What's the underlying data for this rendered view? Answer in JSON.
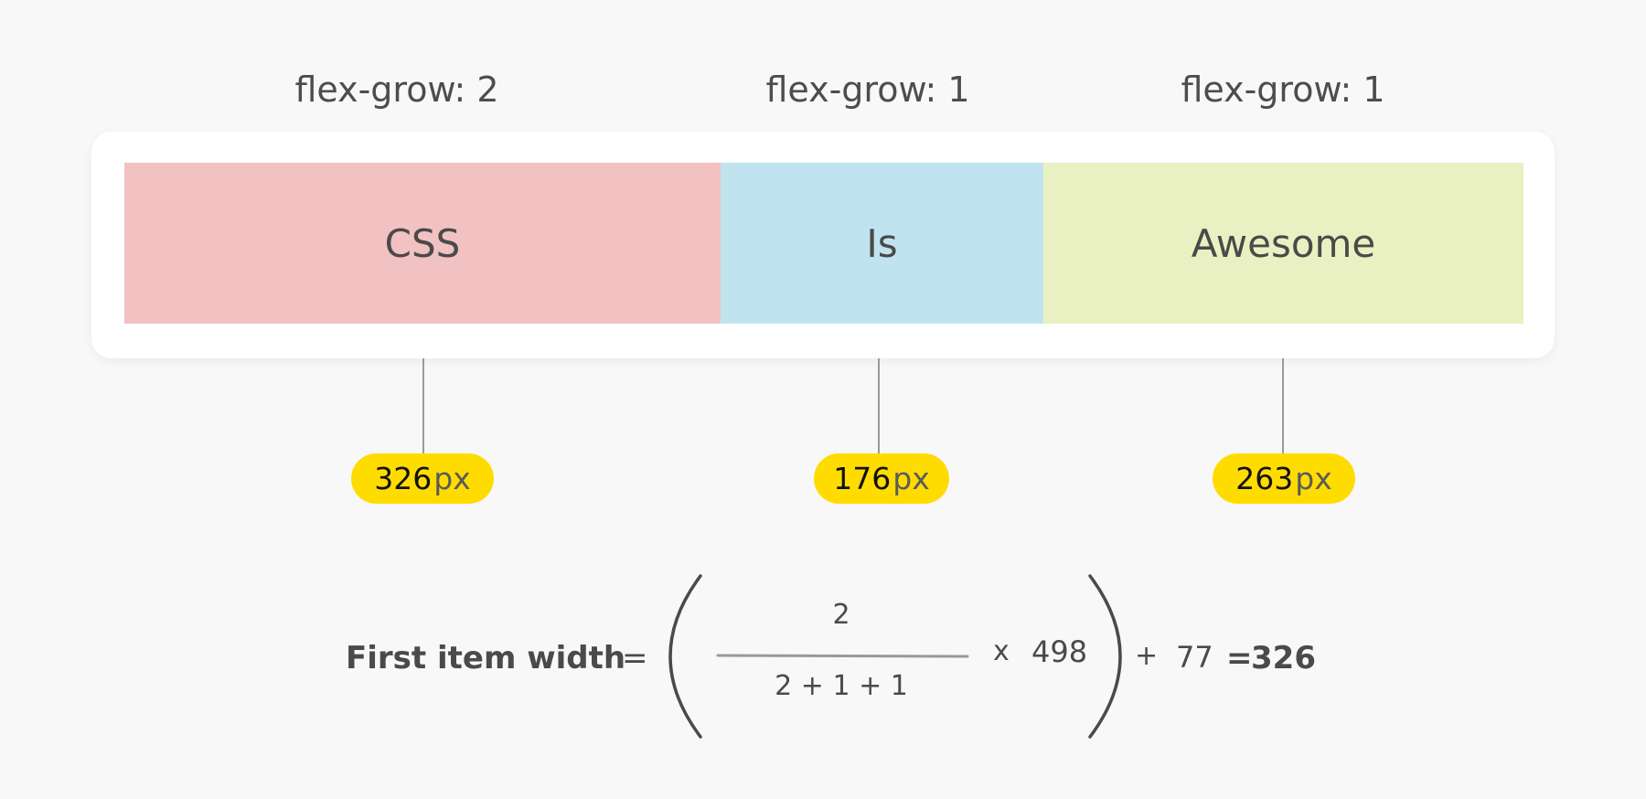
{
  "items": [
    {
      "flex_grow_label": "flex-grow: 2",
      "text": "CSS",
      "width_value": "326",
      "width_unit": "px",
      "color": "#f2c1c2"
    },
    {
      "flex_grow_label": "flex-grow: 1",
      "text": "Is",
      "width_value": "176",
      "width_unit": "px",
      "color": "#c0e4ef"
    },
    {
      "flex_grow_label": "flex-grow: 1",
      "text": "Awesome",
      "width_value": "263",
      "width_unit": "px",
      "color": "#e9f1c3"
    }
  ],
  "badge_color": "#ffdc00",
  "formula": {
    "label": "First item width",
    "equals": "=",
    "numerator": "2",
    "denominator": "2 + 1 + 1",
    "times": "x",
    "free_space": "498",
    "plus": "+",
    "base": "77",
    "result_equals": "=",
    "result": "326"
  }
}
